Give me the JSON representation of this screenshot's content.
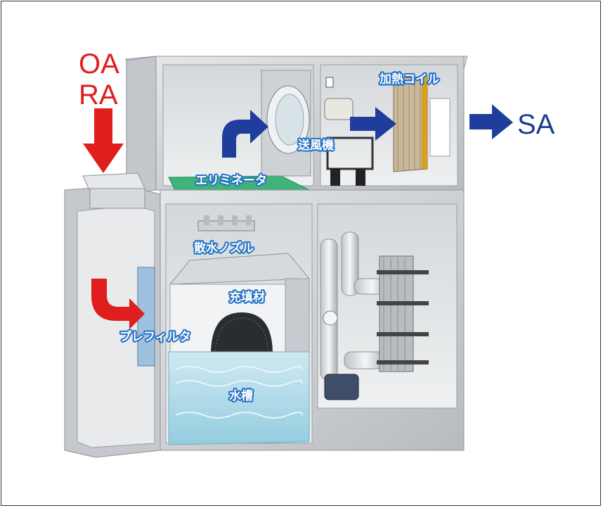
{
  "diagram": {
    "inputs": [
      "OA",
      "RA"
    ],
    "output": "SA",
    "components": {
      "heating_coil": "加熱コイル",
      "fan": "送風機",
      "eliminator": "エリミネータ",
      "spray_nozzle": "散水ノズル",
      "filling_material": "充填材",
      "prefilter": "プレフィルタ",
      "water_tank": "水槽"
    }
  },
  "colors": {
    "inlet_arrow": "#e01e1e",
    "flow_arrow": "#1f3d9c",
    "label_outline": "#1f6fc4",
    "casing": "#c9ccd0",
    "water": "#a9d8e8"
  }
}
